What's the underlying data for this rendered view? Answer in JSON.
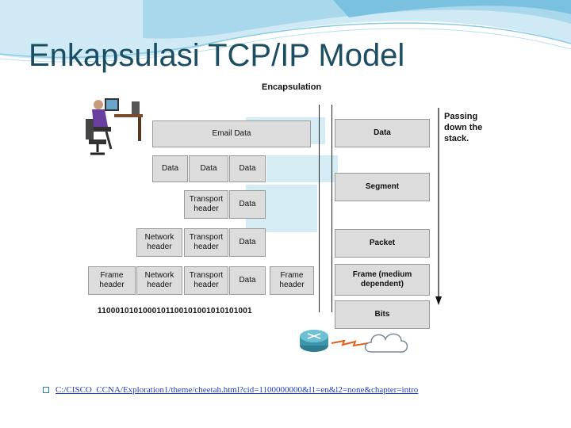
{
  "title": "Enkapsulasi TCP/IP Model",
  "diagram": {
    "heading": "Encapsulation",
    "email_data": "Email Data",
    "data_label": "Data",
    "transport_header": "Transport header",
    "network_header": "Network header",
    "frame_header": "Frame header",
    "passing": "Passing down the stack.",
    "bits": "1100010101000101100101001010101001",
    "pdus": {
      "data": "Data",
      "segment": "Segment",
      "packet": "Packet",
      "frame": "Frame (medium dependent)",
      "bits": "Bits"
    }
  },
  "footer": {
    "link_text": "C:/CISCO_CCNA/Exploration1/theme/cheetah.html?cid=1100000000&l1=en&l2=none&chapter=intro"
  },
  "colors": {
    "title": "#1b4e63",
    "box_fill": "#dcdcdc",
    "highlight": "#d6ecf5",
    "link": "#1f3fbf"
  },
  "icons": [
    "person-computer-icon",
    "router-icon",
    "lightning-icon",
    "network-cloud-icon",
    "down-arrow-icon",
    "bullet-icon"
  ]
}
